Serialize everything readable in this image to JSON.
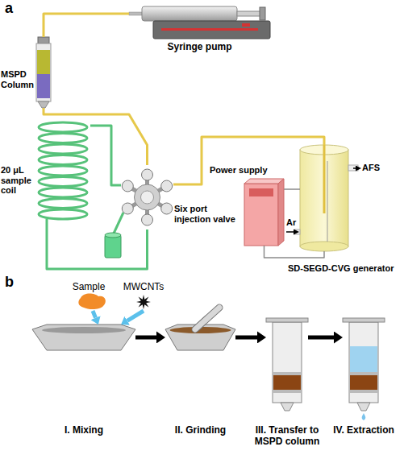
{
  "diagram": {
    "nodes": [
      {
        "text": [
          "Syringe pump"
        ]
      },
      {
        "text": [
          "MSPD Column"
        ]
      },
      {
        "text": [
          "20 μL sample coil"
        ]
      },
      {
        "text": [
          "Six port injection valve"
        ]
      },
      {
        "text": [
          "Power supply"
        ]
      },
      {
        "text": [
          "SD-SEGD-CVG generator"
        ]
      },
      {
        "text": [
          "Sample"
        ]
      },
      {
        "text": [
          "MWCNTs"
        ]
      },
      {
        "text": [
          "I. Mixing"
        ]
      },
      {
        "text": [
          "II. Grinding"
        ]
      },
      {
        "text": [
          "III. Transfer to MSPD column"
        ]
      },
      {
        "text": [
          "IV. Extraction"
        ]
      }
    ],
    "edges": [
      {
        "from": 0,
        "to": 1,
        "arrow": "none"
      },
      {
        "from": 1,
        "to": 3,
        "arrow": "none"
      },
      {
        "from": 2,
        "to": 3,
        "arrow": "none"
      },
      {
        "from": 2,
        "to": 3,
        "arrow": "none"
      },
      {
        "from": 3,
        "to": 5,
        "arrow": "none"
      },
      {
        "from": 4,
        "to": 5,
        "arrow": "none"
      },
      {
        "from": 4,
        "to": 5,
        "arrow": "none"
      },
      {
        "from": 6,
        "to": 8,
        "arrow": "to"
      },
      {
        "from": 7,
        "to": 8,
        "arrow": "to"
      },
      {
        "from": 8,
        "to": 9,
        "arrow": "to"
      },
      {
        "from": 9,
        "to": 10,
        "arrow": "to"
      },
      {
        "from": 10,
        "to": 11,
        "arrow": "to"
      }
    ],
    "labels": [
      "a",
      "AFS",
      "Ar",
      "b"
    ]
  }
}
